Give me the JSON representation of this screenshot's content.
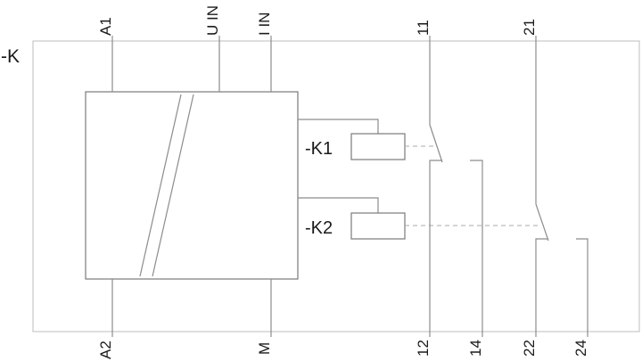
{
  "device_label": "-K",
  "terminals": {
    "a1": "A1",
    "u_in": "U IN",
    "i_in": "I IN",
    "t11": "11",
    "t21": "21",
    "a2": "A2",
    "m": "M",
    "t12": "12",
    "t14": "14",
    "t22": "22",
    "t24": "24"
  },
  "relays": {
    "k1": "-K1",
    "k2": "-K2"
  }
}
